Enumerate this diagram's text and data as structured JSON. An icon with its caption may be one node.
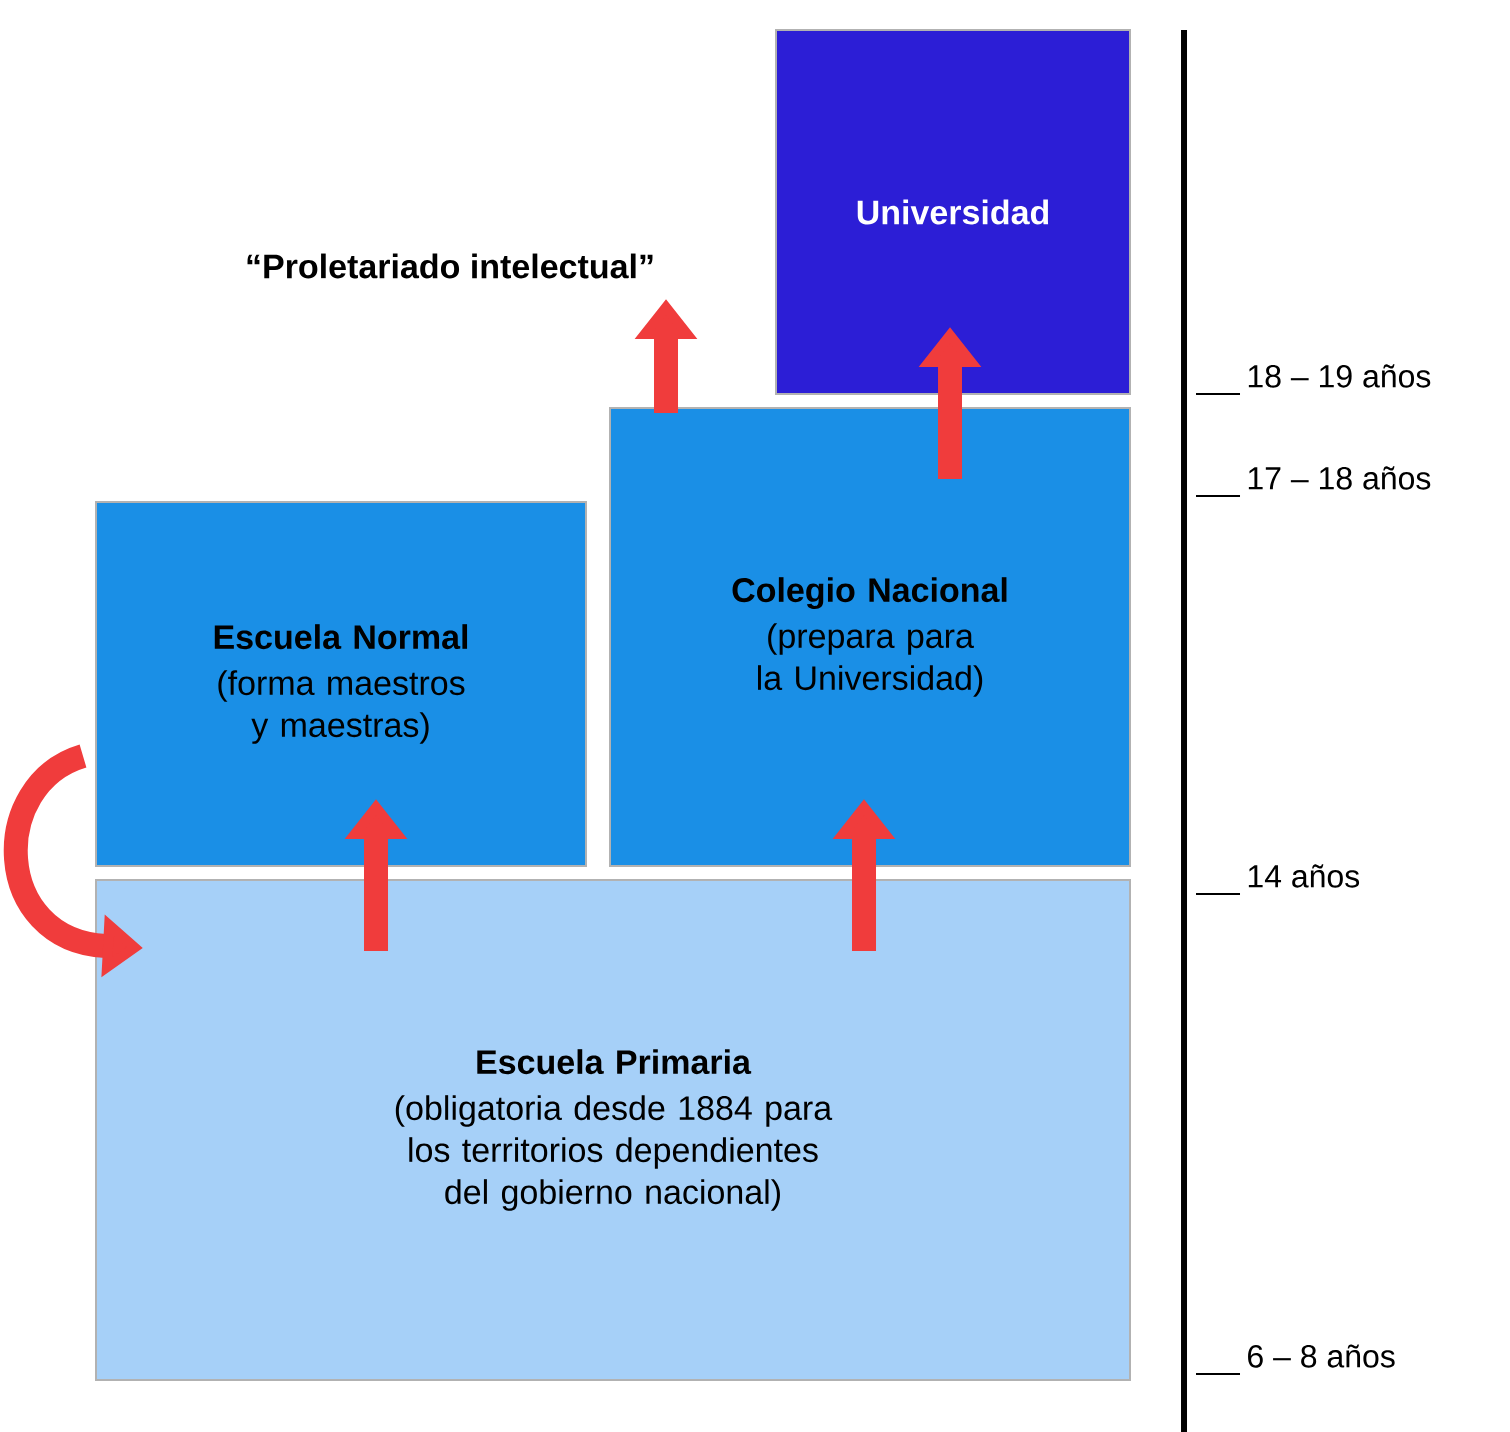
{
  "diagram": {
    "nodes": [
      {
        "text": [
          "Universidad"
        ]
      },
      {
        "text": [
          "“Proletariado intelectual”"
        ]
      },
      {
        "text": [
          "Colegio Nacional",
          "(prepara para la Universidad)"
        ]
      },
      {
        "text": [
          "Escuela Normal",
          "(forma maestros y maestras)"
        ]
      },
      {
        "text": [
          "Escuela Primaria",
          "(obligatoria desde 1884 para los territorios dependientes del gobierno nacional)"
        ]
      }
    ],
    "edges": [
      {
        "from": 2,
        "to": 1,
        "arrow": "to"
      },
      {
        "from": 2,
        "to": 0,
        "arrow": "to"
      },
      {
        "from": 3,
        "to": 4,
        "arrow": "to"
      },
      {
        "from": 4,
        "to": 3,
        "arrow": "to"
      },
      {
        "from": 4,
        "to": 2,
        "arrow": "to"
      }
    ],
    "labels": [
      "18 – 19 años",
      "17 – 18 años",
      "14 años",
      "6 – 8 años"
    ]
  }
}
